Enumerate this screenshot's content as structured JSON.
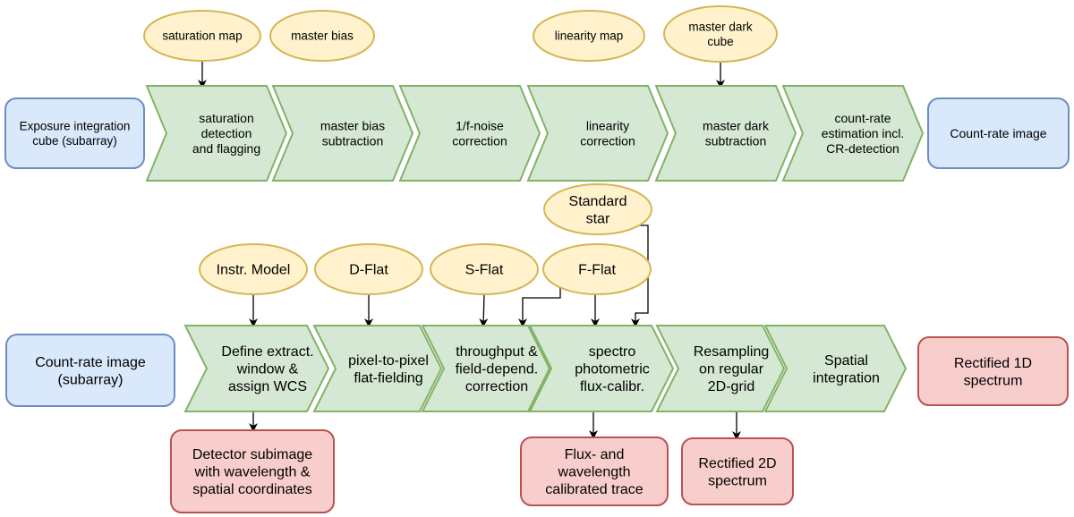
{
  "colors": {
    "input_fill": "#dae8fc",
    "input_stroke": "#6c8ebf",
    "step_fill": "#d5e8d4",
    "step_stroke": "#82b366",
    "ref_fill": "#fff2cc",
    "ref_stroke": "#d6b656",
    "output_fill": "#f8cecc",
    "output_stroke": "#b85450",
    "arrow": "#000000"
  },
  "top_row": {
    "input": "Exposure integration\ncube (subarray)",
    "steps": [
      "saturation\ndetection\nand flagging",
      "master bias\nsubtraction",
      "1/f-noise\ncorrection",
      "linearity\ncorrection",
      "master dark\nsubtraction",
      "count-rate\nestimation  incl.\nCR-detection"
    ],
    "output": "Count-rate image",
    "references": [
      "saturation map",
      "master bias",
      "linearity map",
      "master dark\ncube"
    ]
  },
  "bottom_row": {
    "input": "Count-rate image\n(subarray)",
    "steps": [
      "Define extract.\nwindow &\nassign WCS",
      "pixel-to-pixel\nflat-fielding",
      "throughput &\nfield-depend.\ncorrection",
      "spectro\nphotometric\nflux-calibr.",
      "Resampling\non regular\n2D-grid",
      "Spatial\nintegration"
    ],
    "output": "Rectified 1D\nspectrum",
    "references": [
      "Instr. Model",
      "D-Flat",
      "S-Flat",
      "F-Flat",
      "Standard\nstar"
    ],
    "products": [
      "Detector subimage\nwith wavelength &\nspatial coordinates",
      "Flux- and\nwavelength\ncalibrated trace",
      "Rectified 2D\nspectrum"
    ]
  }
}
